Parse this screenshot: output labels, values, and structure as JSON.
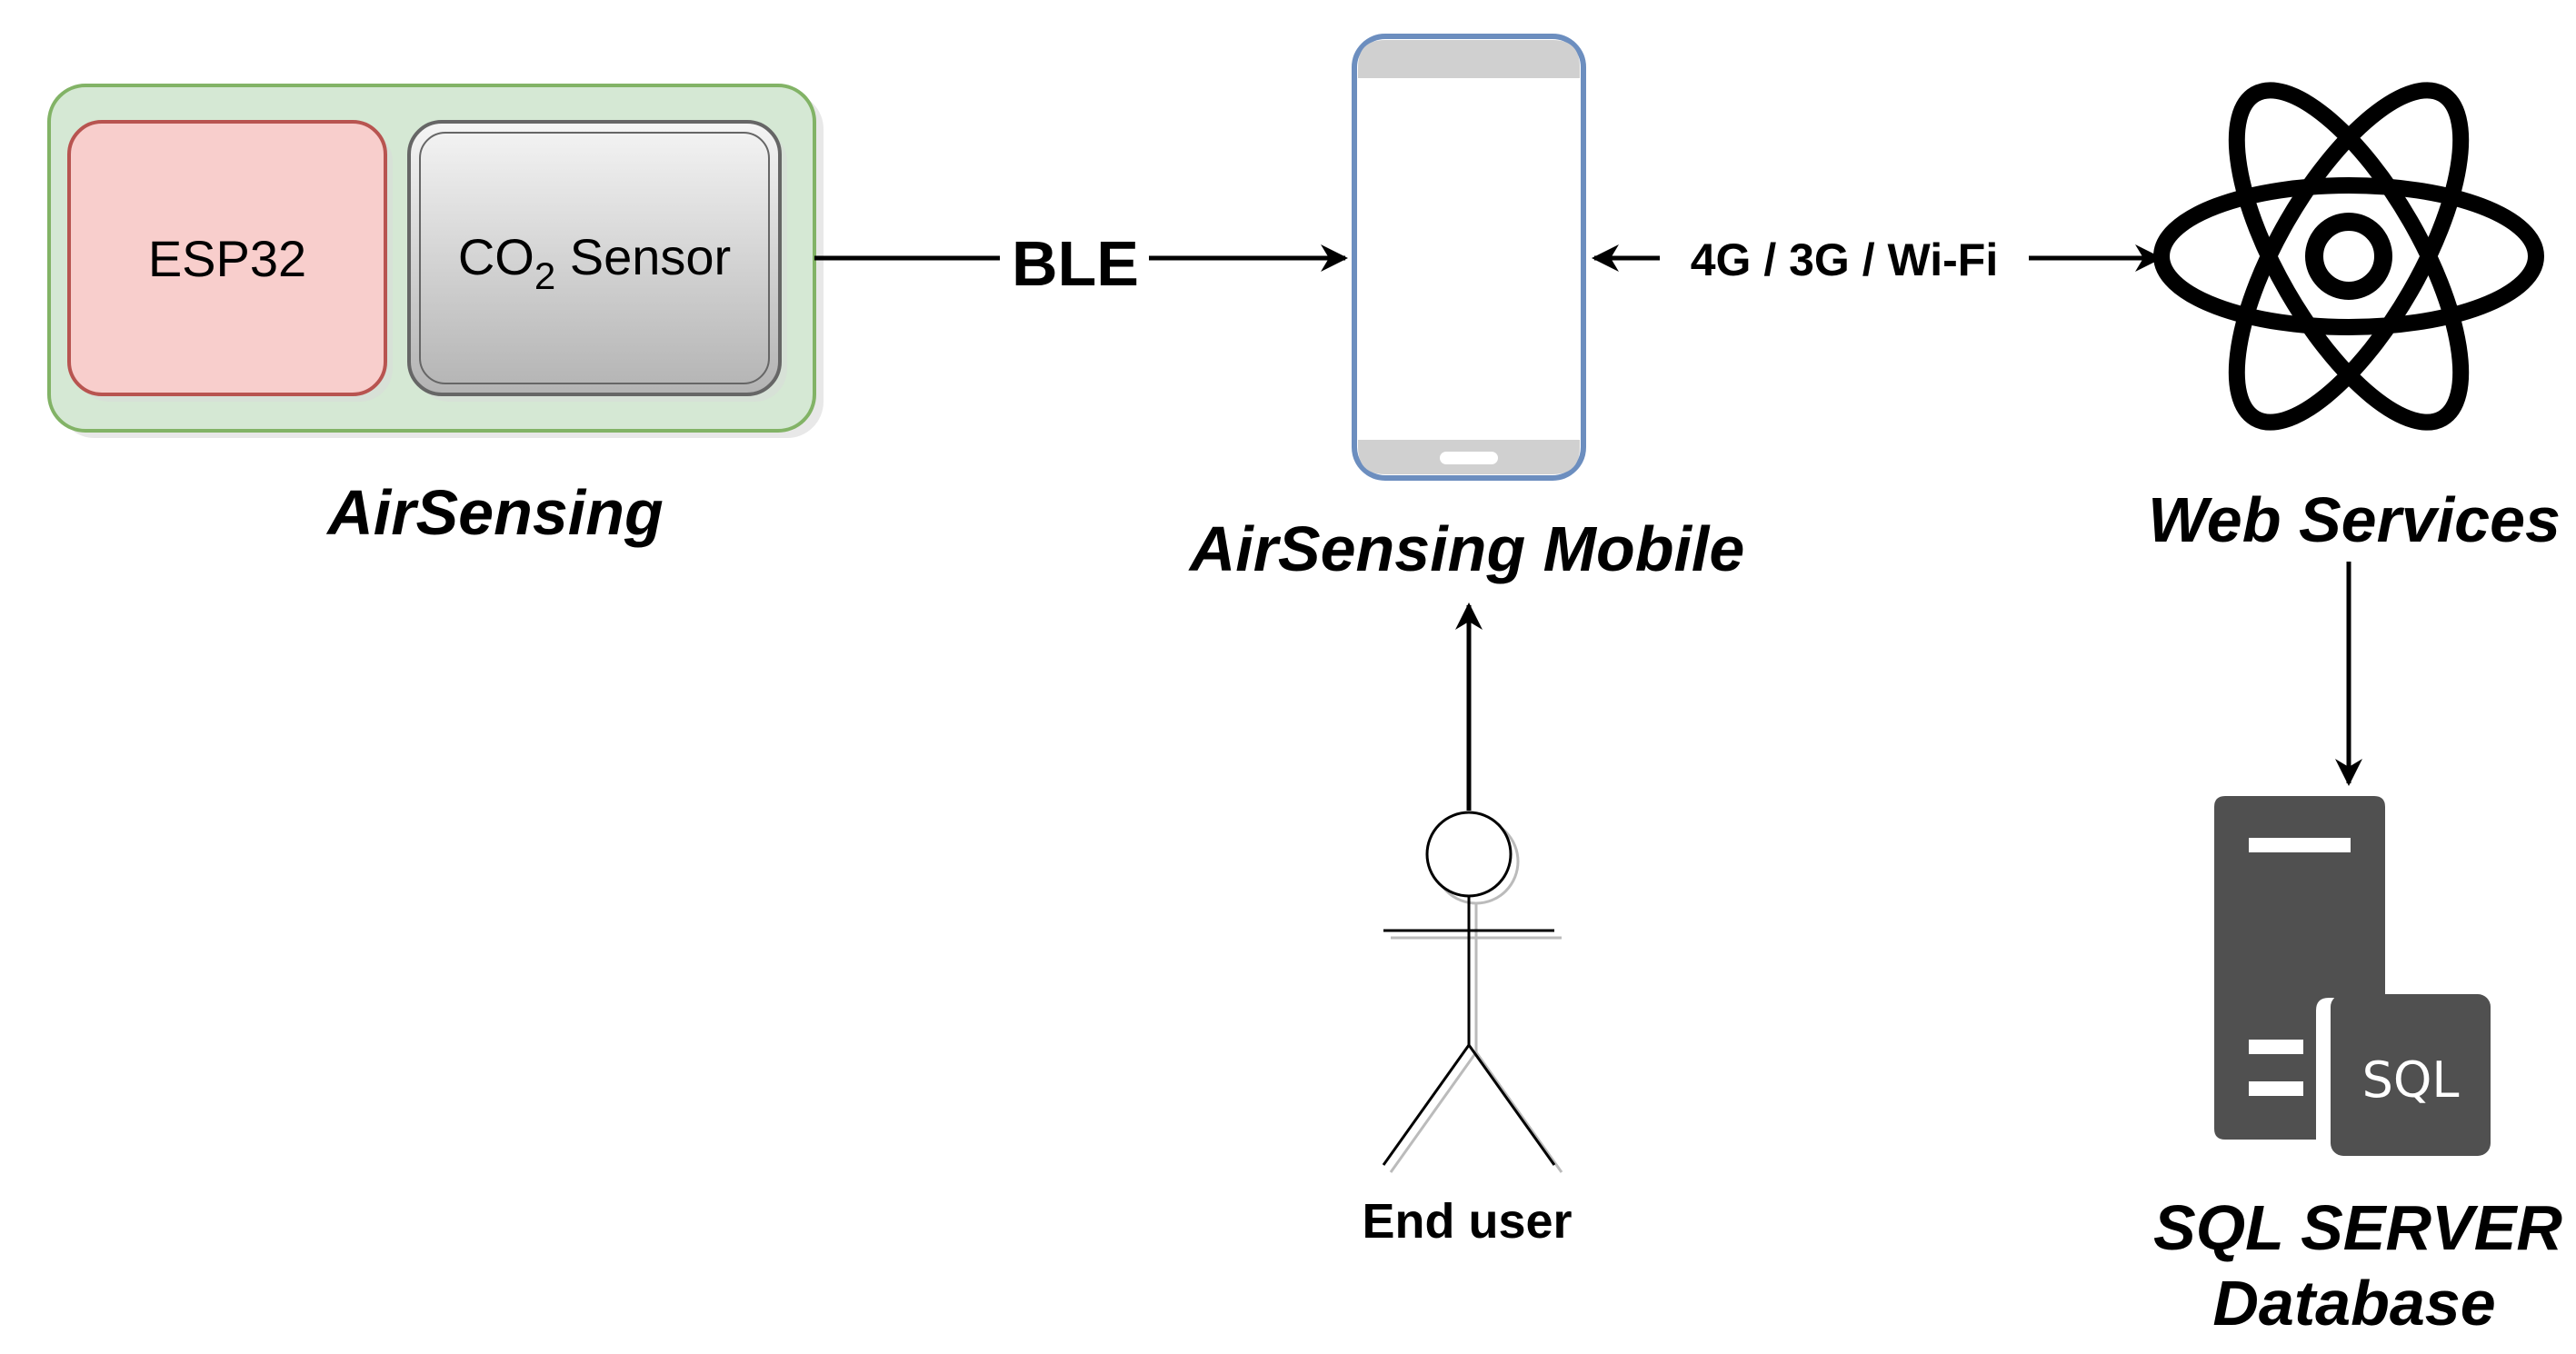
{
  "nodes": {
    "esp32": {
      "label": "ESP32"
    },
    "co2_sensor": {
      "label_main": "CO",
      "label_sub": "2",
      "label_tail": " Sensor"
    },
    "airsensing": {
      "caption": "AirSensing"
    },
    "mobile": {
      "caption": "AirSensing Mobile"
    },
    "web_services": {
      "caption": "Web Services"
    },
    "database": {
      "caption_line1": "SQL SERVER",
      "caption_line2": "Database",
      "icon_label": "SQL"
    },
    "end_user": {
      "caption": "End user"
    }
  },
  "edges": {
    "ble": {
      "label": "BLE"
    },
    "network": {
      "label": "4G / 3G / Wi-Fi"
    }
  },
  "colors": {
    "container_fill": "#d5e8d4",
    "container_stroke": "#82b366",
    "esp32_fill": "#f8cecc",
    "esp32_stroke": "#b85450",
    "sensor_fill_top": "#f5f5f5",
    "sensor_fill_bottom": "#b3b3b3",
    "sensor_stroke": "#666666",
    "phone_stroke": "#6c8ebf",
    "phone_bar": "#d0d0d0",
    "server_fill": "#505050"
  }
}
